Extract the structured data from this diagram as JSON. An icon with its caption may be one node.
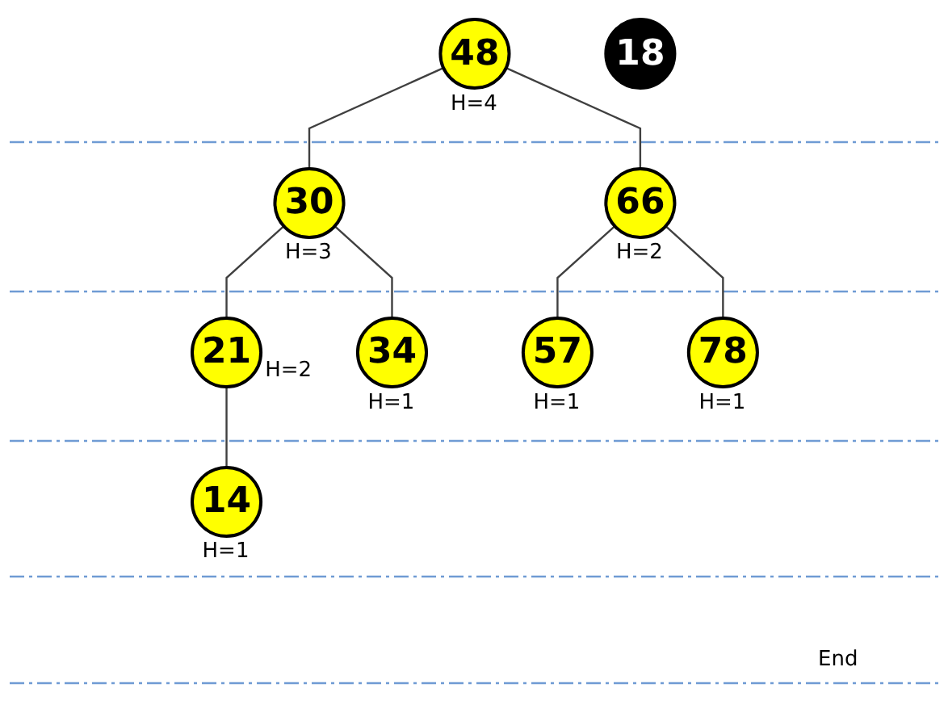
{
  "diagram": {
    "nodes": [
      {
        "text": [
          "48"
        ],
        "beside": [
          "H=4"
        ]
      },
      {
        "text": [
          "18"
        ]
      },
      {
        "text": [
          "30"
        ],
        "beside": [
          "H=3"
        ]
      },
      {
        "text": [
          "66"
        ],
        "beside": [
          "H=2"
        ]
      },
      {
        "text": [
          "21"
        ],
        "beside": [
          "H=2"
        ]
      },
      {
        "text": [
          "34"
        ],
        "beside": [
          "H=1"
        ]
      },
      {
        "text": [
          "57"
        ],
        "beside": [
          "H=1"
        ]
      },
      {
        "text": [
          "78"
        ],
        "beside": [
          "H=1"
        ]
      },
      {
        "text": [
          "14"
        ],
        "beside": [
          "H=1"
        ]
      }
    ],
    "edges": [
      {
        "from": 0,
        "to": 2,
        "arrow": "none"
      },
      {
        "from": 0,
        "to": 3,
        "arrow": "none"
      },
      {
        "from": 2,
        "to": 4,
        "arrow": "none"
      },
      {
        "from": 2,
        "to": 5,
        "arrow": "none"
      },
      {
        "from": 3,
        "to": 6,
        "arrow": "none"
      },
      {
        "from": 3,
        "to": 7,
        "arrow": "none"
      },
      {
        "from": 4,
        "to": 8,
        "arrow": "none"
      }
    ],
    "labels": [
      "End"
    ]
  }
}
